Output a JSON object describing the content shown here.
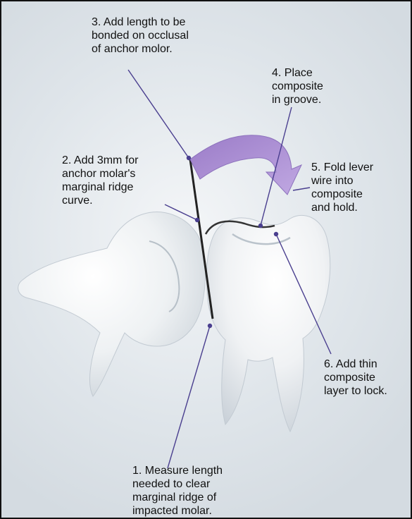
{
  "annotations": {
    "step3": "3.  Add length to be\nbonded on occlusal\nof anchor molor.",
    "step4": "4.  Place\ncomposite\nin groove.",
    "step2": "2.  Add 3mm for\nanchor molar's\nmarginal ridge\ncurve.",
    "step5": "5.  Fold lever\nwire into\ncomposite\nand hold.",
    "step6": "6.  Add thin\ncomposite\nlayer to lock.",
    "step1": "1.  Measure length\nneeded to clear\nmarginal ridge of\nimpacted molar."
  },
  "colors": {
    "frame_border": "#111111",
    "background": "#dfe5ea",
    "tooth": "#f7f8f9",
    "tooth_shadow": "#c7cfd6",
    "arrow_fill": "#a98bd0",
    "leader_line": "#4a3f8f",
    "wire": "#222222"
  }
}
